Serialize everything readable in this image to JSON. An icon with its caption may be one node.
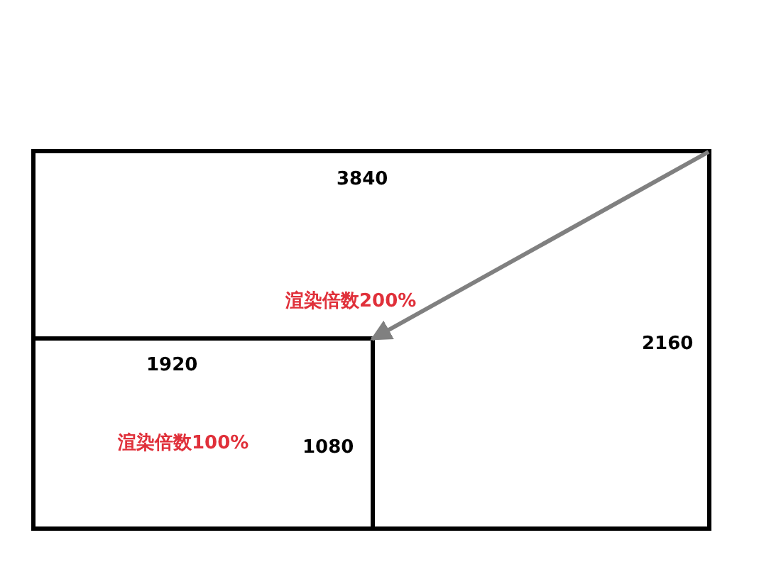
{
  "diagram": {
    "nodes": [
      {
        "text": [
          "3840",
          "渲染倍数200%",
          "2160"
        ]
      },
      {
        "text": [
          "1920",
          "渲染倍数100%",
          "1080"
        ],
        "in": 0
      }
    ],
    "edges": [
      {
        "from": 0,
        "to": 1,
        "arrow": "to"
      }
    ]
  }
}
